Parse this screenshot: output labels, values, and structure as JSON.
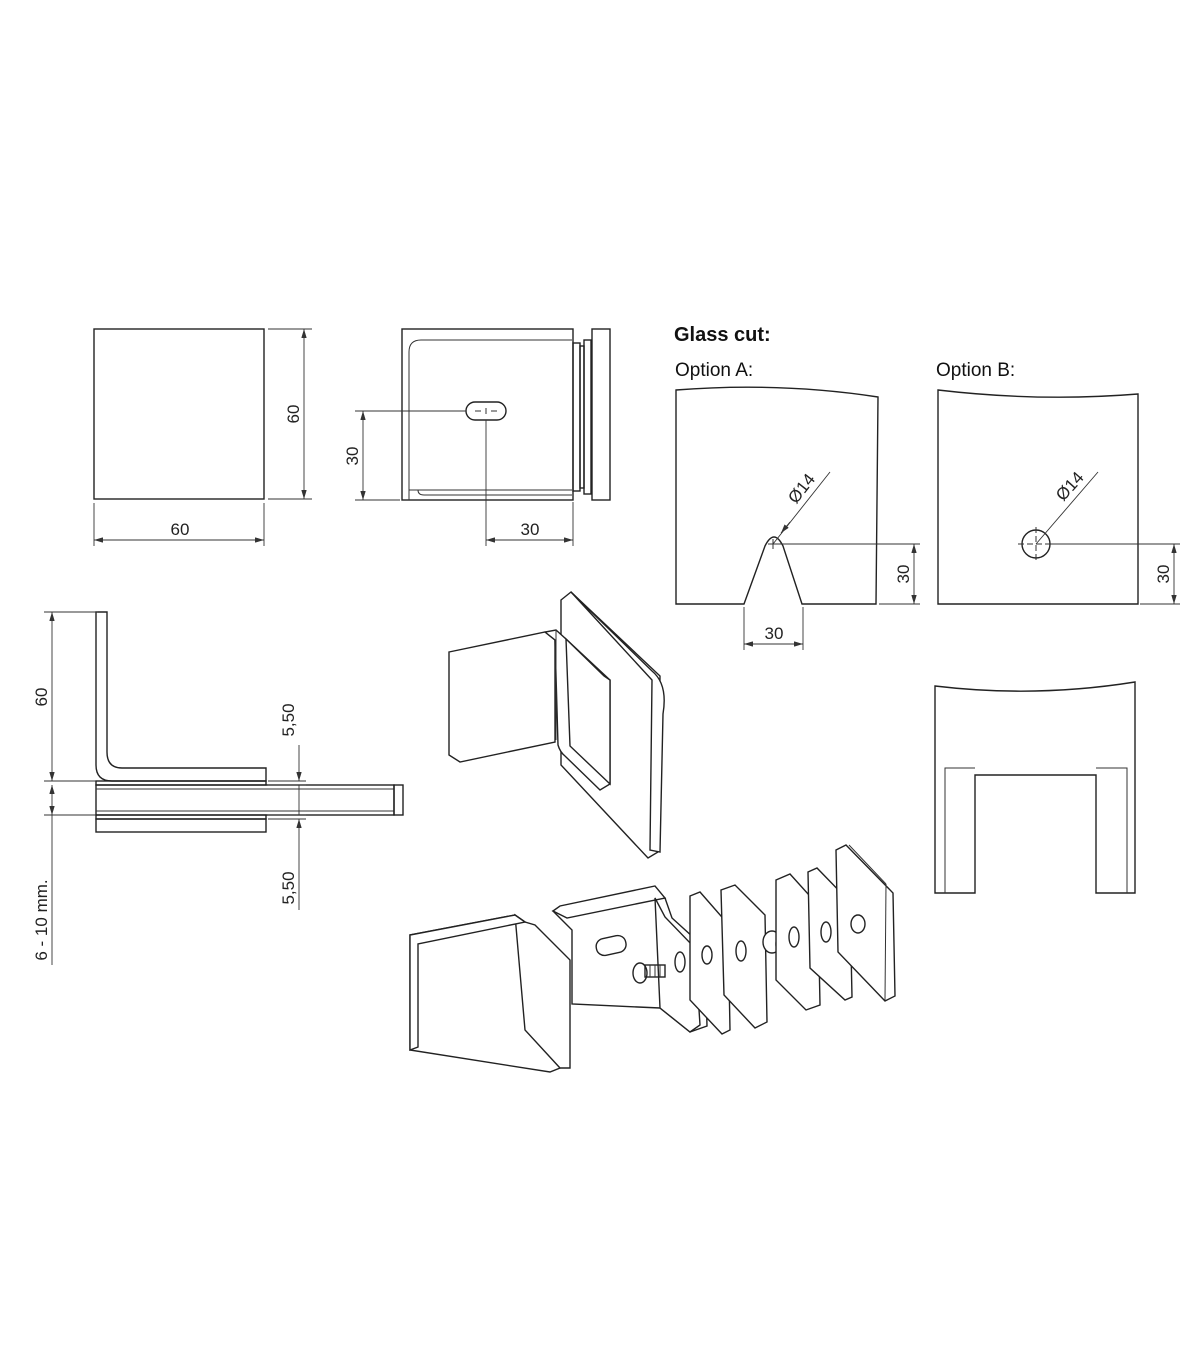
{
  "headings": {
    "glass_cut": "Glass cut:",
    "option_a": "Option A:",
    "option_b": "Option B:"
  },
  "dimensions": {
    "front_width": "60",
    "front_height": "60",
    "side_hole_height": "30",
    "side_hole_offset": "30",
    "cut_a_diameter": "Ø14",
    "cut_a_height": "30",
    "cut_a_width": "30",
    "cut_b_diameter": "Ø14",
    "cut_b_height": "30",
    "section_height": "60",
    "pad_top": "5,50",
    "pad_bottom": "5,50",
    "glass_range": "6 - 10 mm."
  }
}
